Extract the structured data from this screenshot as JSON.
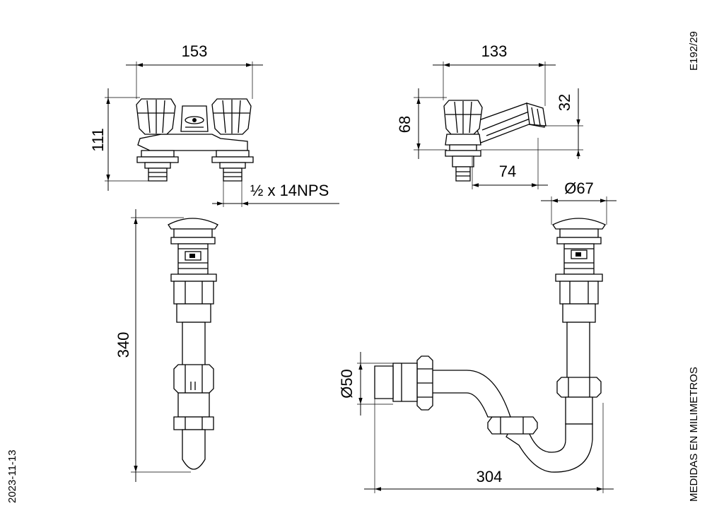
{
  "drawing": {
    "code": "E192/29",
    "date": "2023-11-13",
    "units_note": "MEDIDAS EN MILIMETROS"
  },
  "dimensions": {
    "faucet_width": "153",
    "faucet_height": "111",
    "connection": "½ x 14NPS",
    "spout_width": "133",
    "spout_height": "68",
    "spout_rise": "32",
    "spout_reach": "74",
    "drain_diameter": "Ø67",
    "drain_height": "340",
    "trap_outlet_diameter": "Ø50",
    "trap_width": "304"
  }
}
